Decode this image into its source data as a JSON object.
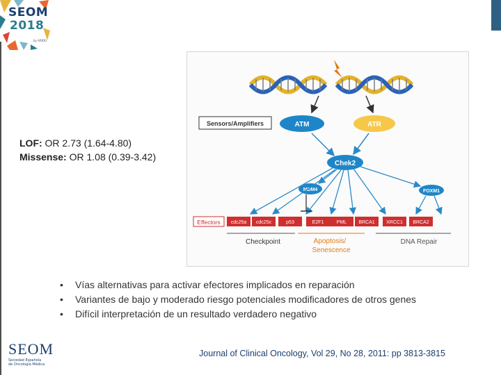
{
  "logo": {
    "title": "SEOM",
    "year": "2018",
    "sub": "by ARIDO"
  },
  "study": {
    "lof_label": "LOF:",
    "lof_value": " OR  2.73 (1.64-4.80)",
    "missense_label": "Missense:",
    "missense_value": " OR  1.08 (0.39-3.42)"
  },
  "diagram": {
    "sensors_label": "Sensors/Amplifiers",
    "atm": "ATM",
    "atr": "ATR",
    "chek2": "Chek2",
    "mdm4": "MDM4",
    "foxm1": "FOXM1",
    "effectors_label": "Effectors",
    "effectors": [
      "cdc25a",
      "cdc25c",
      "p53",
      "E2F1",
      "PML",
      "BRCA1",
      "XRCC1",
      "BRCA2"
    ],
    "group_checkpoint": "Checkpoint",
    "group_apoptosis_1": "Apoptosis/",
    "group_apoptosis_2": "Senescence",
    "group_dna_repair": "DNA Repair",
    "colors": {
      "node_fill": "#1e86c8",
      "atr_fill": "#f6c84a",
      "effector_fill": "#cf2f2f",
      "arrow": "#2a8ac8",
      "label_red": "#cf2f2f",
      "group_orange": "#e07a1a"
    }
  },
  "bullets": [
    "Vías alternativas para activar efectores implicados en reparación",
    "Variantes de bajo y moderado riesgo potenciales modificadores de otros genes",
    "Difícil interpretación de un resultado verdadero negativo"
  ],
  "footer": {
    "logo": "SEOM",
    "logo_sub_1": "Sociedad Española",
    "logo_sub_2": "de Oncología Médica",
    "citation": "Journal of Clinical Oncology, Vol 29, No 28, 2011: pp 3813-3815"
  }
}
